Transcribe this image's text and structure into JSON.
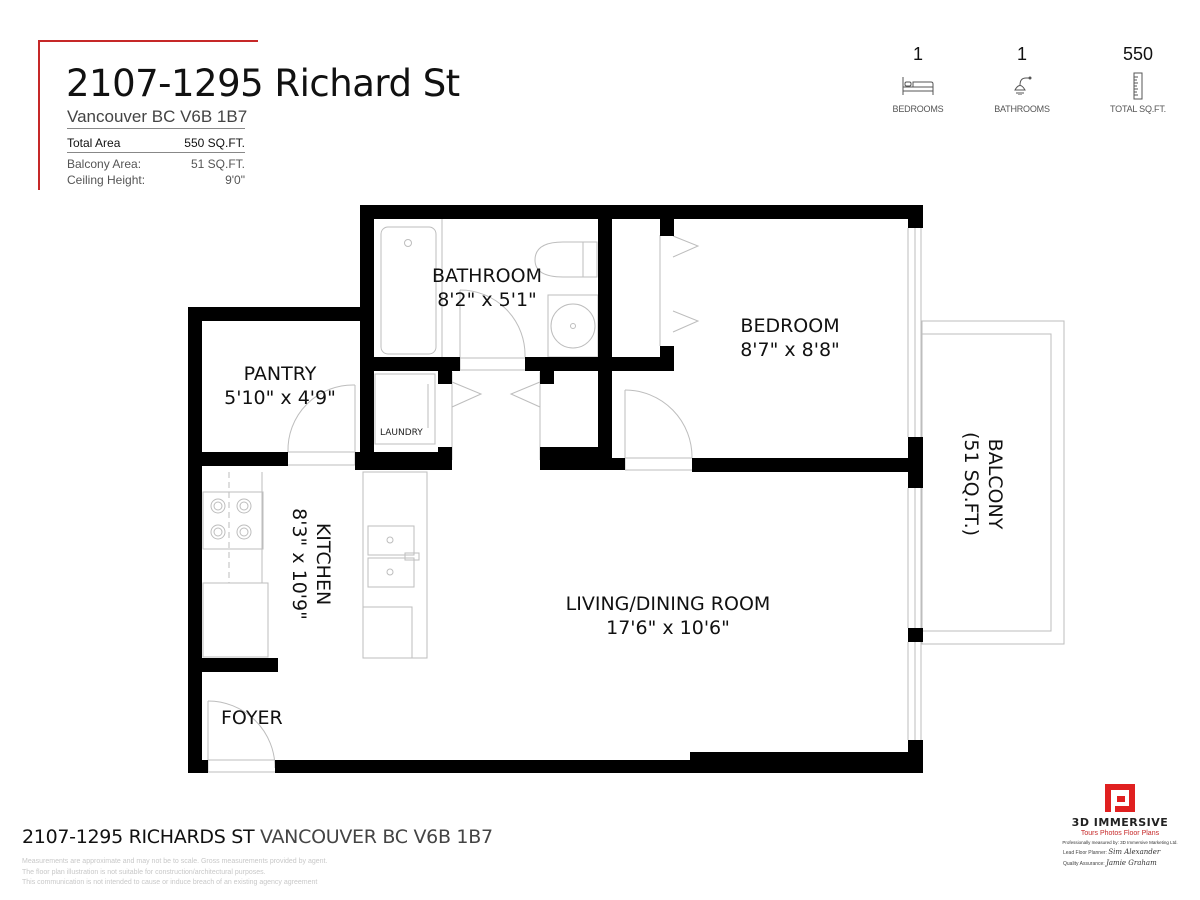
{
  "header": {
    "title": "2107-1295 Richard St",
    "subtitle": "Vancouver BC  V6B 1B7",
    "specs": [
      {
        "label": "Total Area",
        "value": "550 SQ.FT."
      },
      {
        "label": "Balcony Area:",
        "value": "51 SQ.FT."
      },
      {
        "label": "Ceiling Height:",
        "value": "9'0\""
      }
    ],
    "accent_color": "#c62828"
  },
  "stats": [
    {
      "value": "1",
      "label": "BEDROOMS",
      "icon": "bed-icon"
    },
    {
      "value": "1",
      "label": "BATHROOMS",
      "icon": "shower-icon"
    },
    {
      "value": "550",
      "label": "TOTAL SQ.FT.",
      "icon": "ruler-icon"
    }
  ],
  "rooms": {
    "bathroom": {
      "name": "BATHROOM",
      "dims": "8'2\" x 5'1\""
    },
    "bedroom": {
      "name": "BEDROOM",
      "dims": "8'7\" x 8'8\""
    },
    "pantry": {
      "name": "PANTRY",
      "dims": "5'10\" x 4'9\""
    },
    "laundry": {
      "name": "LAUNDRY"
    },
    "kitchen": {
      "name": "KITCHEN",
      "dims": "8'3\" x 10'9\""
    },
    "living": {
      "name": "LIVING/DINING ROOM",
      "dims": "17'6\" x 10'6\""
    },
    "foyer": {
      "name": "FOYER"
    },
    "balcony": {
      "name": "BALCONY",
      "dims": "(51 SQ.FT.)"
    }
  },
  "footer": {
    "address_bold": "2107-1295 RICHARDS ST",
    "address_rest": " VANCOUVER BC V6B 1B7",
    "disclaimer": [
      "Measurements are approximate and may not be to scale. Gross measurements provided by agent.",
      "The floor plan illustration is not suitable for construction/architectural purposes.",
      "This communication is not intended to cause or induce breach of an existing agency agreement"
    ]
  },
  "logo": {
    "brand": "3D IMMERSIVE",
    "tagline": "Tours  Photos  Floor Plans",
    "measured_by": "Professionally measured by: 3D Immersive Marketing Ltd.",
    "lead_label": "Lead Floor Planner:",
    "lead_sig": "Sim Alexander",
    "qa_label": "Quality Assurance:",
    "qa_sig": "Jamie Graham",
    "color": "#e02020"
  }
}
